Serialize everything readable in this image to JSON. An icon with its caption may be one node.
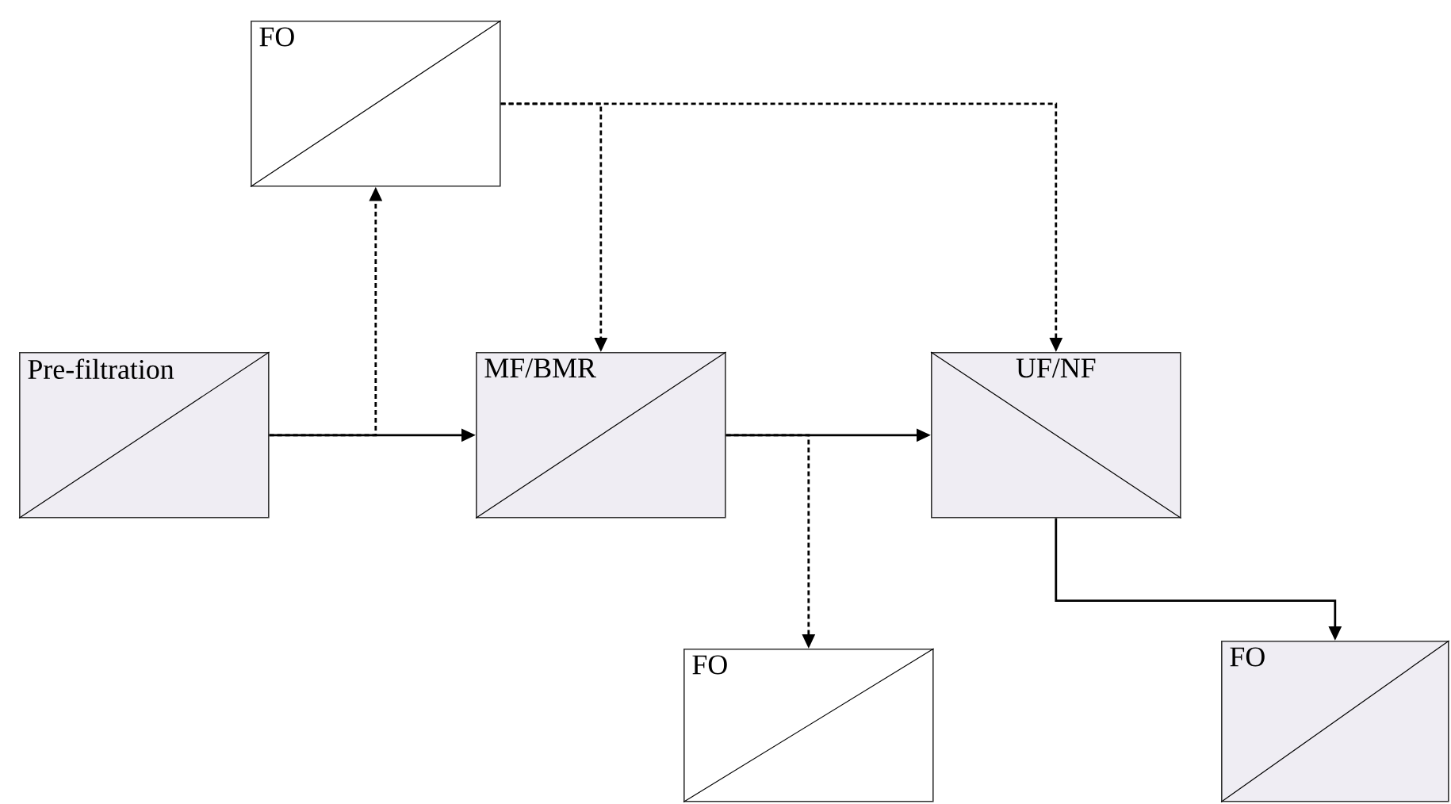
{
  "diagram": {
    "nodes": [
      {
        "text": [
          "FO"
        ]
      },
      {
        "text": [
          "Pre-filtration"
        ]
      },
      {
        "text": [
          "MF/BMR"
        ]
      },
      {
        "text": [
          "UF/NF"
        ]
      },
      {
        "text": [
          "FO"
        ]
      },
      {
        "text": [
          "FO"
        ]
      }
    ],
    "edges": [
      {
        "from": 1,
        "to": 2,
        "arrow": "to"
      },
      {
        "from": 1,
        "to": 0,
        "arrow": "to",
        "style": "dashed"
      },
      {
        "from": 0,
        "to": 2,
        "arrow": "to",
        "style": "dashed"
      },
      {
        "from": 0,
        "to": 3,
        "arrow": "to",
        "style": "dashed"
      },
      {
        "from": 2,
        "to": 3,
        "arrow": "to"
      },
      {
        "from": 2,
        "to": 4,
        "arrow": "to",
        "style": "dashed"
      },
      {
        "from": 3,
        "to": 5,
        "arrow": "to"
      }
    ]
  }
}
